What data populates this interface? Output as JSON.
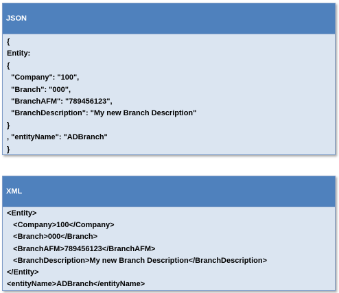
{
  "json_panel": {
    "title": "JSON",
    "lines": [
      "{",
      "Entity:",
      "{",
      "  \"Company\": \"100\",",
      "  \"Branch\": \"000\",",
      "  \"BranchAFM\": \"789456123\",",
      "  \"BranchDescription\": \"My new Branch Description\"",
      "}",
      ", \"entityName\": \"ADBranch\"",
      "}"
    ]
  },
  "xml_panel": {
    "title": "XML",
    "lines": [
      "<Entity>",
      "   <Company>100</Company>",
      "   <Branch>000</Branch>",
      "   <BranchAFM>789456123</BranchAFM>",
      "   <BranchDescription>My new Branch Description</BranchDescription>",
      "</Entity>",
      "<entityName>ADBranch</entityName>"
    ]
  },
  "colors": {
    "header": "#4f81bd",
    "body": "#dbe5f1",
    "border": "#7f9cc7"
  }
}
